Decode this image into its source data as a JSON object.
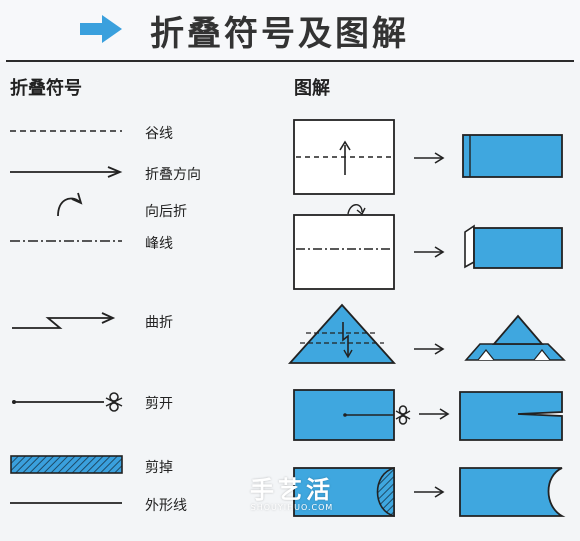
{
  "header": {
    "title": "折叠符号及图解",
    "arrow_icon": "right-arrow-icon",
    "accent_color": "#3aa0dd"
  },
  "left_section": {
    "heading": "折叠符号",
    "items": [
      {
        "label": "谷线",
        "icon": "dashed-line-icon"
      },
      {
        "label": "折叠方向",
        "icon": "arrow-line-icon"
      },
      {
        "label": "向后折",
        "icon": "curved-arrow-icon"
      },
      {
        "label": "峰线",
        "icon": "dash-dot-line-icon"
      },
      {
        "label": "曲折",
        "icon": "zigzag-arrow-icon"
      },
      {
        "label": "剪开",
        "icon": "scissors-line-icon"
      },
      {
        "label": "剪掉",
        "icon": "hatched-bar-icon"
      },
      {
        "label": "外形线",
        "icon": "solid-line-icon"
      }
    ]
  },
  "right_section": {
    "heading": "图解"
  },
  "colors": {
    "paper_blue": "#3fa7df",
    "ink": "#222222",
    "background": "#f3f5f7"
  },
  "watermark": {
    "text": "手艺活",
    "subtext": "SHOUYIHUO.COM"
  }
}
